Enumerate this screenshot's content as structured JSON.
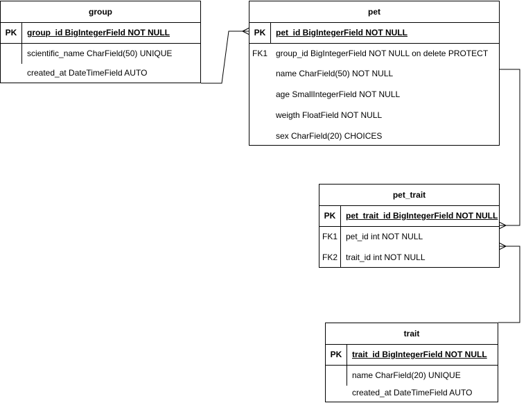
{
  "tables": {
    "group": {
      "title": "group",
      "pk_key": "PK",
      "pk_field": "group_id BigIntegerField NOT NULL",
      "fields": [
        {
          "key": "",
          "text": "scientific_name CharField(50) UNIQUE"
        },
        {
          "key": "",
          "text": "created_at DateTimeField AUTO"
        }
      ]
    },
    "pet": {
      "title": "pet",
      "pk_key": "PK",
      "pk_field": "pet_id BigIntegerField NOT NULL",
      "fields": [
        {
          "key": "FK1",
          "text": "group_id BigIntegerField NOT NULL on delete PROTECT"
        },
        {
          "key": "",
          "text": "name CharField(50) NOT NULL"
        },
        {
          "key": "",
          "text": "age SmallIntegerField NOT NULL"
        },
        {
          "key": "",
          "text": "weigth FloatField NOT NULL"
        },
        {
          "key": "",
          "text": "sex CharField(20)  CHOICES"
        }
      ]
    },
    "pet_trait": {
      "title": "pet_trait",
      "pk_key": "PK",
      "pk_field": "pet_trait_id BigIntegerField NOT NULL",
      "fields": [
        {
          "key": "FK1",
          "text": "pet_id int NOT NULL"
        },
        {
          "key": "FK2",
          "text": "trait_id int NOT NULL"
        }
      ]
    },
    "trait": {
      "title": "trait",
      "pk_key": "PK",
      "pk_field": "trait_id BigIntegerField NOT NULL",
      "fields": [
        {
          "key": "",
          "text": "name CharField(20) UNIQUE"
        },
        {
          "key": "",
          "text": "created_at DateTimeField AUTO"
        }
      ]
    }
  }
}
